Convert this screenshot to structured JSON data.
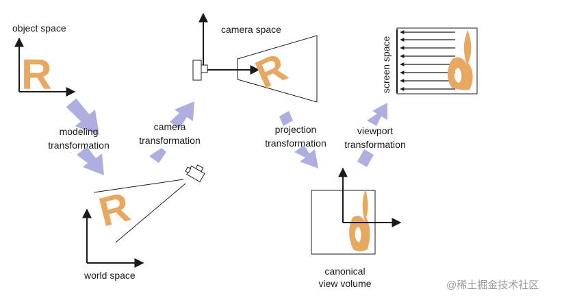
{
  "labels": {
    "object_space": "object space",
    "camera_space": "camera space",
    "screen_space": "screen space",
    "world_space": "world space",
    "canonical_line1": "canonical",
    "canonical_line2": "view volume"
  },
  "transforms": {
    "modeling_line1": "modeling",
    "modeling_line2": "transformation",
    "camera_line1": "camera",
    "camera_line2": "transformation",
    "projection_line1": "projection",
    "projection_line2": "transformation",
    "viewport_line1": "viewport",
    "viewport_line2": "transformation"
  },
  "letter": "R",
  "watermark": "@稀土掘金技术社区",
  "colors": {
    "shape_fill": "#e8a862",
    "transform_arrow": "#aeaee0",
    "axis": "#1a1a1a"
  }
}
